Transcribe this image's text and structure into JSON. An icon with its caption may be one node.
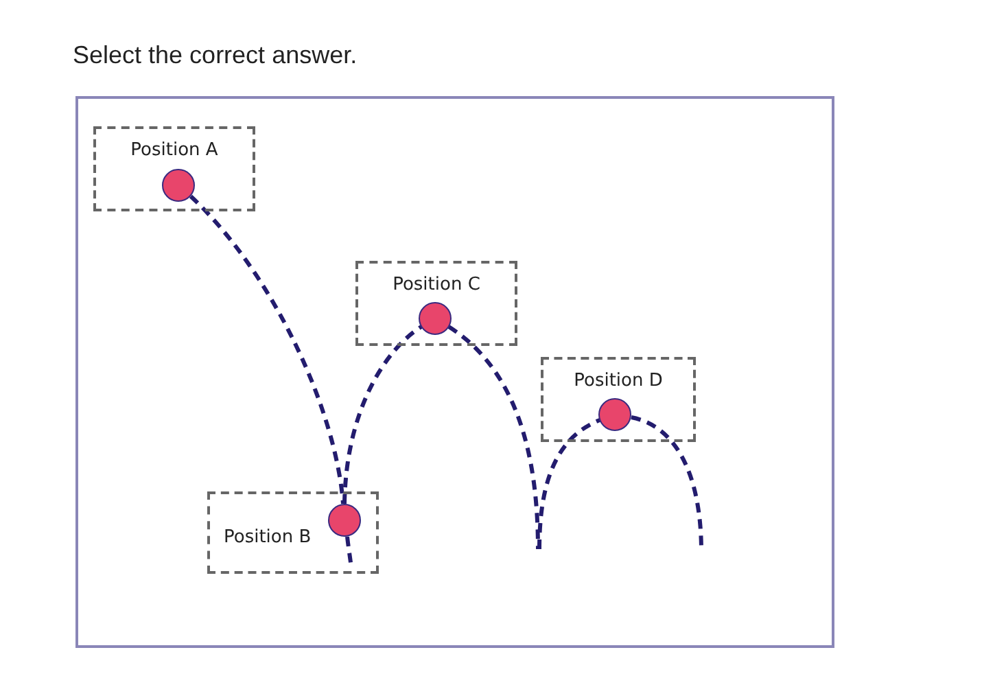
{
  "diagram": {
    "nodes": [
      {
        "text": [
          "Position A"
        ]
      },
      {
        "text": [],
        "shape": "circle",
        "in": 0
      },
      {
        "text": [
          "Position C"
        ]
      },
      {
        "text": [],
        "shape": "circle",
        "in": 2
      },
      {
        "text": [
          "Position D"
        ]
      },
      {
        "text": [],
        "shape": "circle",
        "in": 4
      },
      {
        "text": [
          "Position B"
        ]
      },
      {
        "text": [],
        "shape": "circle",
        "in": 6
      }
    ],
    "edges": [
      {
        "from": 1,
        "to": 7,
        "arrow": "none",
        "style": "dashed",
        "color": "#231c6e"
      },
      {
        "from": 7,
        "to": null,
        "arrow": "none",
        "style": "dashed",
        "color": "#231c6e"
      },
      {
        "from": 7,
        "to": 3,
        "arrow": "none",
        "style": "dashed",
        "color": "#231c6e"
      },
      {
        "from": 3,
        "to": null,
        "arrow": "none",
        "style": "dashed",
        "color": "#231c6e"
      },
      {
        "from": null,
        "to": 5,
        "arrow": "none",
        "style": "dashed",
        "color": "#231c6e"
      },
      {
        "from": 5,
        "to": null,
        "arrow": "none",
        "style": "dashed",
        "color": "#231c6e"
      }
    ],
    "labels": [
      "Select the correct answer."
    ]
  }
}
